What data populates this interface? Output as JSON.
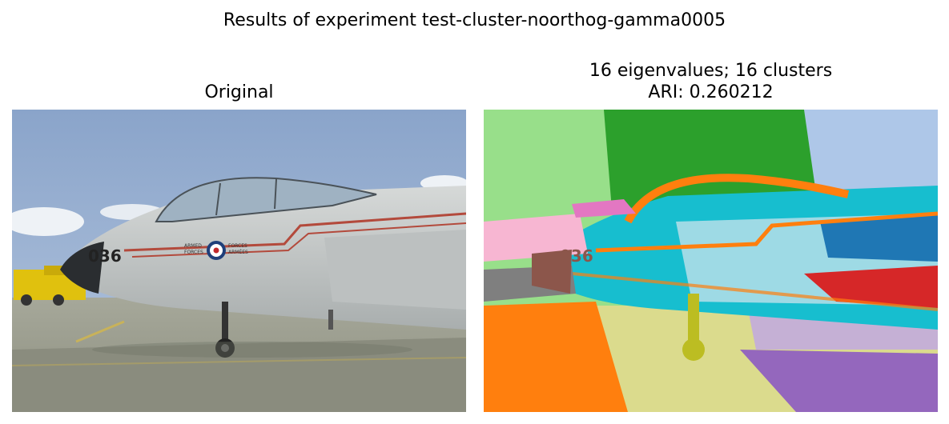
{
  "figure": {
    "suptitle": "Results of experiment test-cluster-noorthog-gamma0005"
  },
  "panels": {
    "left": {
      "title": "Original",
      "image_text": {
        "nose_number": "036",
        "armed": "ARMED",
        "forces": "FORCES",
        "forces_fr": "FORCES",
        "armees": "ARMÉES"
      }
    },
    "right": {
      "title_line1": "16 eigenvalues; 16 clusters",
      "title_line2": "ARI: 0.260212",
      "image_text": {
        "nose_number": "036"
      }
    }
  },
  "colors": {
    "cluster_palette": [
      "#98df8a",
      "#2ca02c",
      "#aec7e8",
      "#ff7f0e",
      "#e377c2",
      "#17becf",
      "#9edae5",
      "#1f77b4",
      "#d62728",
      "#f7b6d2",
      "#8c564b",
      "#7f7f7f",
      "#bcbd22",
      "#dbdb8d",
      "#c5b0d5",
      "#9467bd"
    ],
    "sky": "#8ea7cc",
    "tarmac": "#9a9c8d",
    "jet_body": "#c9ccca"
  }
}
